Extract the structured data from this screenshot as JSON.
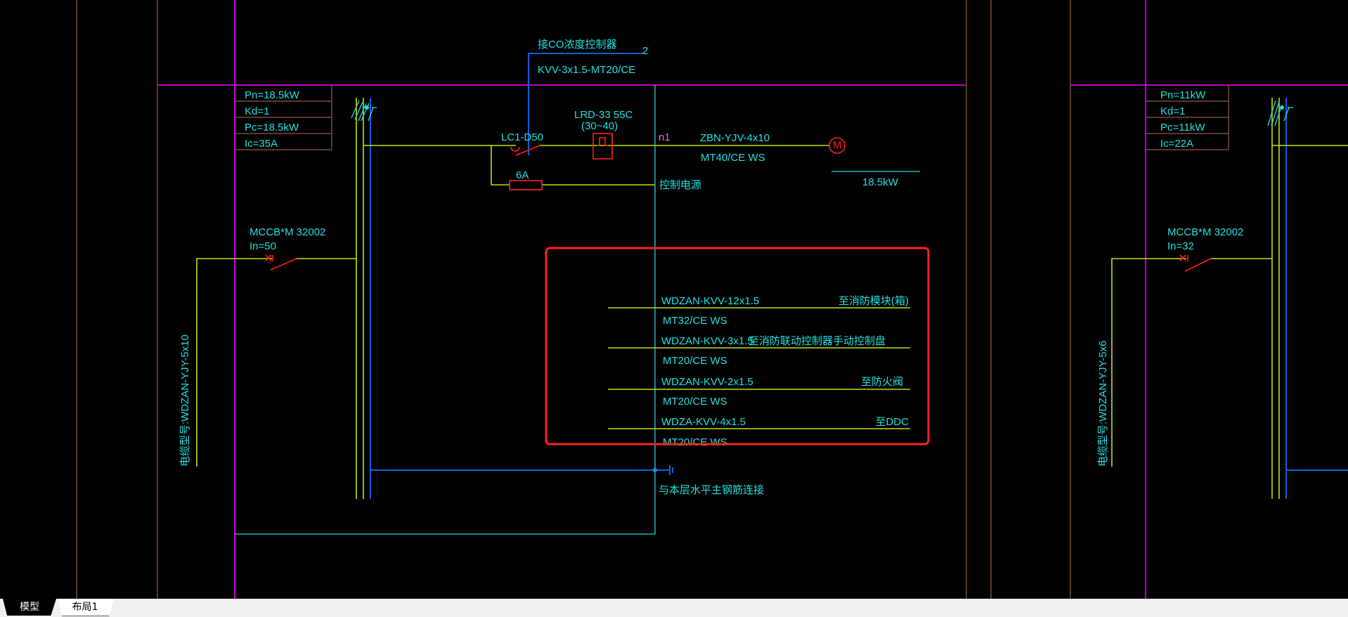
{
  "colors": {
    "background": "#000000",
    "text": "#22e0e0",
    "busbar": "#c4e000",
    "frame": "#c000c8",
    "table_border": "#7b4a3c",
    "ground": "#1060d8",
    "highlight": "#ff2020"
  },
  "left_panel": {
    "table": [
      "Pn=18.5kW",
      "Kd=1",
      "Pc=18.5kW",
      "Ic=35A"
    ],
    "breaker": {
      "model": "MCCB*M 32002",
      "rating": "In=50"
    },
    "cable_label": "电缆型号:WDZAN-YJY-5x10",
    "co_controller": {
      "title": "接CO浓度控制器",
      "cable": "KVV-3x1.5-MT20/CE",
      "terminal": "2"
    },
    "contactor": "LC1-D50",
    "relay": {
      "model": "LRD-33 55C",
      "range": "(30~40)"
    },
    "node": "n1",
    "motor_cable": {
      "line1": "ZBN-YJV-4x10",
      "line2": "MT40/CE WS"
    },
    "motor_power": "18.5kW",
    "motor_symbol": "M",
    "fuse": "6A",
    "control_power": "控制电源",
    "control_cables": [
      {
        "cable": "WDZAN-KVV-12x1.5",
        "conduit": "MT32/CE WS",
        "dest": "至消防模块(箱)"
      },
      {
        "cable": "WDZAN-KVV-3x1.5",
        "conduit": "MT20/CE WS",
        "dest": "至消防联动控制器手动控制盘"
      },
      {
        "cable": "WDZAN-KVV-2x1.5",
        "conduit": "MT20/CE WS",
        "dest": "至防火阀"
      },
      {
        "cable": "WDZA-KVV-4x1.5",
        "conduit": "MT20/CE WS",
        "dest": "至DDC"
      }
    ],
    "ground_note": "与本层水平主钢筋连接"
  },
  "right_panel": {
    "table": [
      "Pn=11kW",
      "Kd=1",
      "Pc=11kW",
      "Ic=22A"
    ],
    "breaker": {
      "model": "MCCB*M 32002",
      "rating": "In=32"
    },
    "cable_label": "电缆型号:WDZAN-YJY-5x6"
  },
  "tabs": [
    {
      "label": "模型",
      "active": true
    },
    {
      "label": "布局1",
      "active": false
    }
  ]
}
